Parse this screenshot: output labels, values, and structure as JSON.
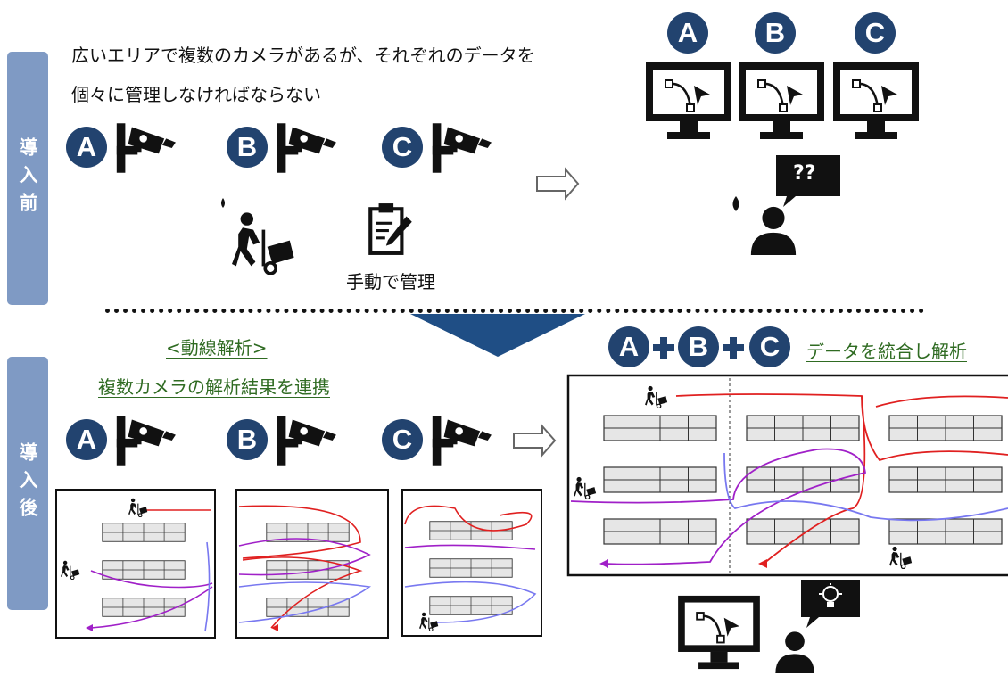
{
  "before": {
    "side_label": "導入前",
    "description_line1": "広いエリアで複数のカメラがあるが、それぞれのデータを",
    "description_line2": "個々に管理しなければならない",
    "cameras": [
      "A",
      "B",
      "C"
    ],
    "manual_label": "手動で管理",
    "monitors": [
      "A",
      "B",
      "C"
    ],
    "question_bubble": "??"
  },
  "after": {
    "side_label": "導入後",
    "title": "<動線解析>",
    "subtitle": "複数カメラの解析結果を連携",
    "cameras": [
      "A",
      "B",
      "C"
    ],
    "merge_badges": [
      "A",
      "B",
      "C"
    ],
    "merge_label": "データを統合し解析"
  },
  "colors": {
    "badge": "#22436f",
    "side_bar": "#7f9ac4",
    "red_route": "#e02020",
    "purple_route": "#a020c8",
    "blue_route": "#7878f0",
    "green_text": "#2f6b22"
  },
  "icons": [
    "camera-icon",
    "monitor-icon",
    "person-icon",
    "clipboard-icon",
    "worker-cart-icon",
    "speech-bubble-icon",
    "lightbulb-icon",
    "arrow-right-icon",
    "plus-icon",
    "down-triangle-icon"
  ]
}
